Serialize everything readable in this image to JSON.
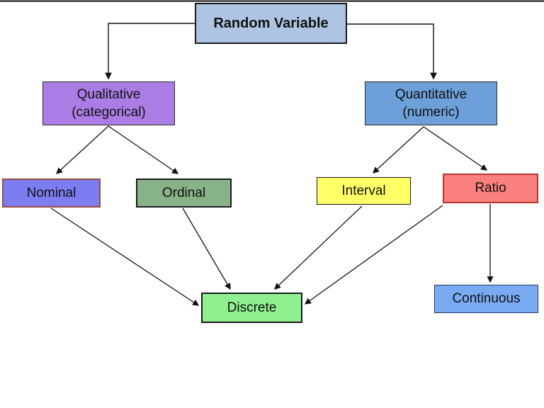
{
  "nodes": {
    "random_variable": {
      "label": "Random Variable",
      "fill": "#adc5e2",
      "border": "#1b1b1b"
    },
    "qualitative": {
      "label": "Qualitative",
      "sublabel": "(categorical)",
      "fill": "#ab7de4",
      "border": "#2b2b2b"
    },
    "quantitative": {
      "label": "Quantitative",
      "sublabel": "(numeric)",
      "fill": "#6d9fd9",
      "border": "#2b2b2b"
    },
    "nominal": {
      "label": "Nominal",
      "fill": "#7d7df2",
      "border": "#9c4a41"
    },
    "ordinal": {
      "label": "Ordinal",
      "fill": "#88b287",
      "border": "#1b1b1b"
    },
    "interval": {
      "label": "Interval",
      "fill": "#ffff66",
      "border": "#1b1b1b"
    },
    "ratio": {
      "label": "Ratio",
      "fill": "#f9807d",
      "border": "#b23530"
    },
    "discrete": {
      "label": "Discrete",
      "fill": "#8ff08f",
      "border": "#1b1b1b"
    },
    "continuous": {
      "label": "Continuous",
      "fill": "#7aabf2",
      "border": "#203864"
    }
  },
  "edges": [
    {
      "from": "random_variable",
      "to": "qualitative"
    },
    {
      "from": "random_variable",
      "to": "quantitative"
    },
    {
      "from": "qualitative",
      "to": "nominal"
    },
    {
      "from": "qualitative",
      "to": "ordinal"
    },
    {
      "from": "quantitative",
      "to": "interval"
    },
    {
      "from": "quantitative",
      "to": "ratio"
    },
    {
      "from": "nominal",
      "to": "discrete"
    },
    {
      "from": "ordinal",
      "to": "discrete"
    },
    {
      "from": "interval",
      "to": "discrete"
    },
    {
      "from": "ratio",
      "to": "discrete"
    },
    {
      "from": "ratio",
      "to": "continuous"
    }
  ],
  "colors": {
    "background": "#ffffff",
    "line": "#111111",
    "text": "#111111"
  }
}
